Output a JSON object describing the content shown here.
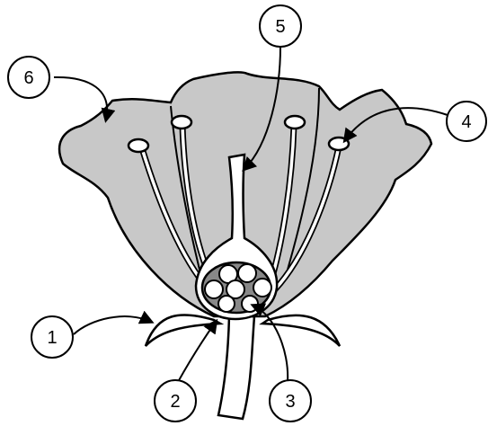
{
  "diagram": {
    "labels": [
      {
        "id": "1",
        "text": "1"
      },
      {
        "id": "2",
        "text": "2"
      },
      {
        "id": "3",
        "text": "3"
      },
      {
        "id": "4",
        "text": "4"
      },
      {
        "id": "5",
        "text": "5"
      },
      {
        "id": "6",
        "text": "6"
      }
    ],
    "colors": {
      "petal_fill": "#c8c8c8",
      "ovary_fill": "#888888",
      "outline": "#000000",
      "background": "#ffffff"
    }
  }
}
